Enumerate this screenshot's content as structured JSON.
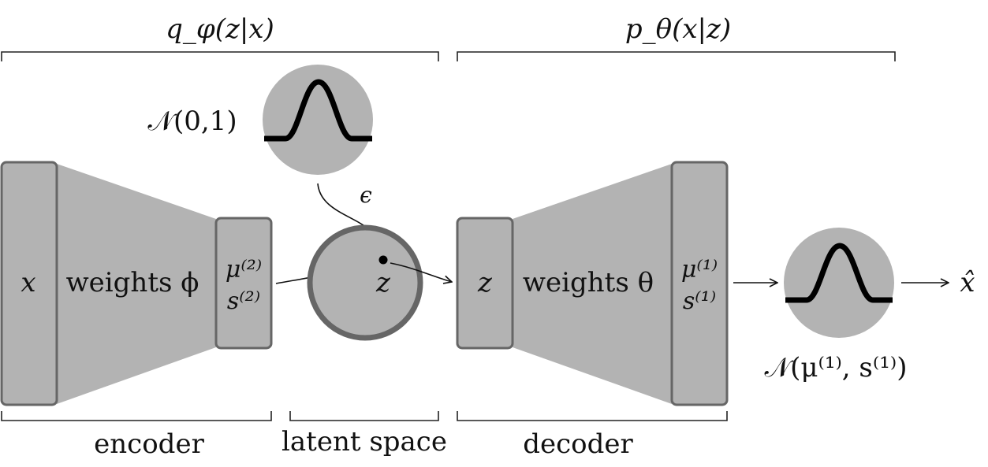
{
  "labels": {
    "encoder_dist": "q_φ(z|x)",
    "decoder_dist": "p_θ(x|z)",
    "prior": "𝒩(0,1)",
    "epsilon": "ϵ",
    "x": "x",
    "weights_phi": "weights ϕ",
    "mu2": "μ⁽²⁾",
    "s2": "s⁽²⁾",
    "z_latent": "z",
    "z_decoder": "z",
    "weights_theta": "weights θ",
    "mu1": "μ⁽¹⁾",
    "s1": "s⁽¹⁾",
    "output_dist": "𝒩(μ⁽¹⁾, s⁽¹⁾)",
    "x_hat": "x̂",
    "encoder": "encoder",
    "latent_space": "latent space",
    "decoder": "decoder"
  },
  "colors": {
    "fill": "#b3b3b3",
    "stroke": "#666666",
    "ink": "#111111"
  }
}
